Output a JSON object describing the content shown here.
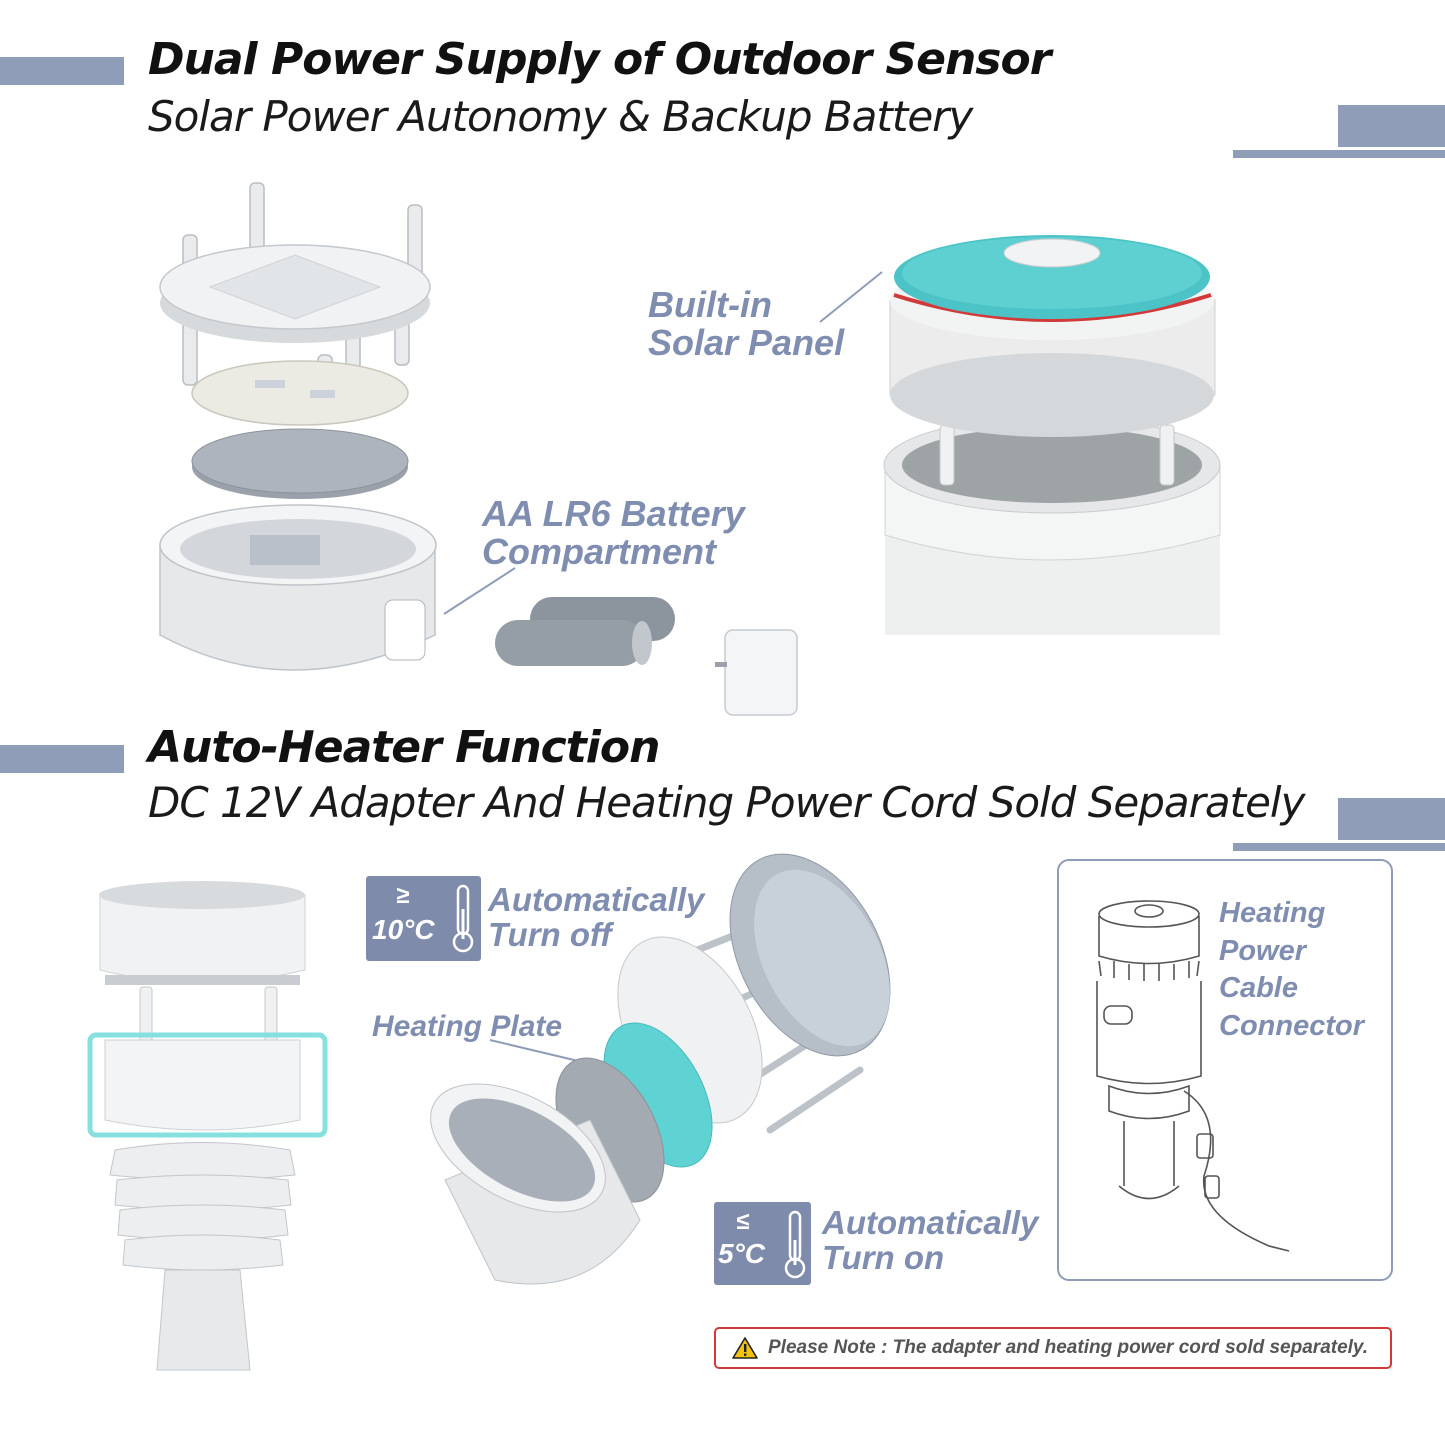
{
  "section1": {
    "title": "Dual Power Supply of Outdoor Sensor",
    "subtitle": "Solar Power Autonomy & Backup Battery",
    "solar_label": [
      "Built-in",
      "Solar Panel"
    ],
    "battery_label": [
      "AA LR6 Battery",
      "Compartment"
    ]
  },
  "section2": {
    "title": "Auto-Heater Function",
    "subtitle": "DC 12V Adapter And Heating Power Cord Sold Separately",
    "off_badge": {
      "symbol": "≥",
      "temp": "10°C"
    },
    "off_label": [
      "Automatically",
      "Turn off"
    ],
    "on_badge": {
      "symbol": "≤",
      "temp": "5°C"
    },
    "on_label": [
      "Automatically",
      "Turn on"
    ],
    "heating_plate_label": "Heating Plate",
    "connector_label": [
      "Heating",
      "Power",
      "Cable",
      "Connector"
    ],
    "note": "Please Note : The adapter and heating power cord sold separately."
  },
  "colors": {
    "accent_bar": "#8f9db8",
    "label_text": "#7f8db0",
    "solar_teal": "#4cc3c6",
    "heater_teal": "#5fd3d4",
    "highlight_frame": "#86e0e0",
    "note_border": "#d23a3a",
    "badge_bg": "#7f8bab"
  }
}
